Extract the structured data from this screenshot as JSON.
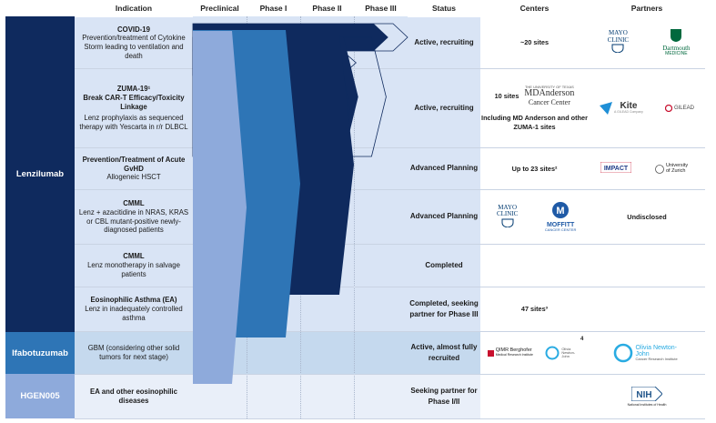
{
  "header": {
    "indication": "Indication",
    "preclinical": "Preclinical",
    "phase1": "Phase I",
    "phase2": "Phase II",
    "phase3": "Phase III",
    "status": "Status",
    "centers": "Centers",
    "partners": "Partners"
  },
  "drugs": [
    {
      "name": "Lenzilumab",
      "color": "#0f2a5e"
    },
    {
      "name": "Ifabotuzumab",
      "color": "#2e75b6"
    },
    {
      "name": "HGEN005",
      "color": "#8eaadb"
    }
  ],
  "rows": [
    {
      "title": "COVID-19",
      "subtitle": "",
      "desc": "Prevention/treatment of Cytokine Storm leading to ventilation and death",
      "status": "Active, recruiting",
      "centers": "~20 sites",
      "progress": 0.91,
      "outline_to": 1.0
    },
    {
      "title": "ZUMA-19¹",
      "subtitle": "Break CAR-T Efficacy/Toxicity Linkage",
      "desc": "Lenz prophylaxis as sequenced therapy with Yescarta in r/r DLBCL",
      "status": "Active, recruiting",
      "centers_top": "10 sites",
      "centers_bottom": "Including MD Anderson and other ZUMA-1 sites",
      "progress": 0.69,
      "outline_to": 0.76
    },
    {
      "title": "Prevention/Treatment of Acute GvHD",
      "subtitle": "",
      "desc": "Allogeneic HSCT",
      "status": "Advanced Planning",
      "centers": "Up to 23 sites²",
      "progress": 0.77,
      "outline_to": 0.9
    },
    {
      "title": "CMML",
      "subtitle": "",
      "desc": "Lenz + azacitidine in NRAS, KRAS or CBL mutant-positive newly-diagnosed patients",
      "status": "Advanced Planning",
      "centers": "",
      "partners_text": "Undisclosed",
      "progress": 0.74,
      "outline_to": 0.74
    },
    {
      "title": "CMML",
      "subtitle": "",
      "desc": "Lenz monotherapy in salvage patients",
      "status": "Completed",
      "centers": "",
      "progress": 0.5,
      "outline_to": 0.5
    },
    {
      "title": "Eosinophilic Asthma (EA)",
      "subtitle": "",
      "desc": "Lenz in inadequately controlled asthma",
      "status": "Completed, seeking partner for Phase III",
      "centers": "47 sites³",
      "progress": 0.75,
      "outline_to": 0.75
    },
    {
      "title": "GBM (considering other solid tumors for next stage)",
      "subtitle": "",
      "desc": "",
      "status": "Active, almost fully recruited",
      "centers": "",
      "footnote": "4",
      "progress": 0.5,
      "outline_to": 0.5
    },
    {
      "title": "EA and other eosinophilic diseases",
      "subtitle": "",
      "desc": "",
      "status": "Seeking partner for Phase I/II",
      "centers": "",
      "progress": 0.25,
      "outline_to": 0.25
    }
  ],
  "logos": {
    "mayo": "MAYO CLINIC",
    "dartmouth": "Dartmouth",
    "dartmouth_sub": "MEDICINE",
    "mdanderson_top": "THE UNIVERSITY OF TEXAS",
    "mdanderson": "MDAnderson",
    "mdanderson2": "Cancer Center",
    "kite": "Kite",
    "kite_sub": "A GILEAD Company",
    "gilead": "GILEAD",
    "impact": "IMPACT",
    "zurich": "University of Zurich",
    "moffitt": "MOFFITT",
    "moffitt_sub": "CANCER CENTER",
    "qimr": "QIMR Berghofer",
    "qimr_sub": "Medical Research Institute",
    "olivia": "Olivia Newton-John",
    "olivia_sub": "Cancer Research Institute",
    "nih": "NIH",
    "nih_sub": "National Institutes of Health"
  },
  "colors": {
    "arrow_dark": "#0f2a5e",
    "arrow_mid": "#2e75b6",
    "arrow_light": "#8eaadb",
    "row_bg": "#d9e4f5",
    "ifa_bg": "#c5d9ee"
  }
}
